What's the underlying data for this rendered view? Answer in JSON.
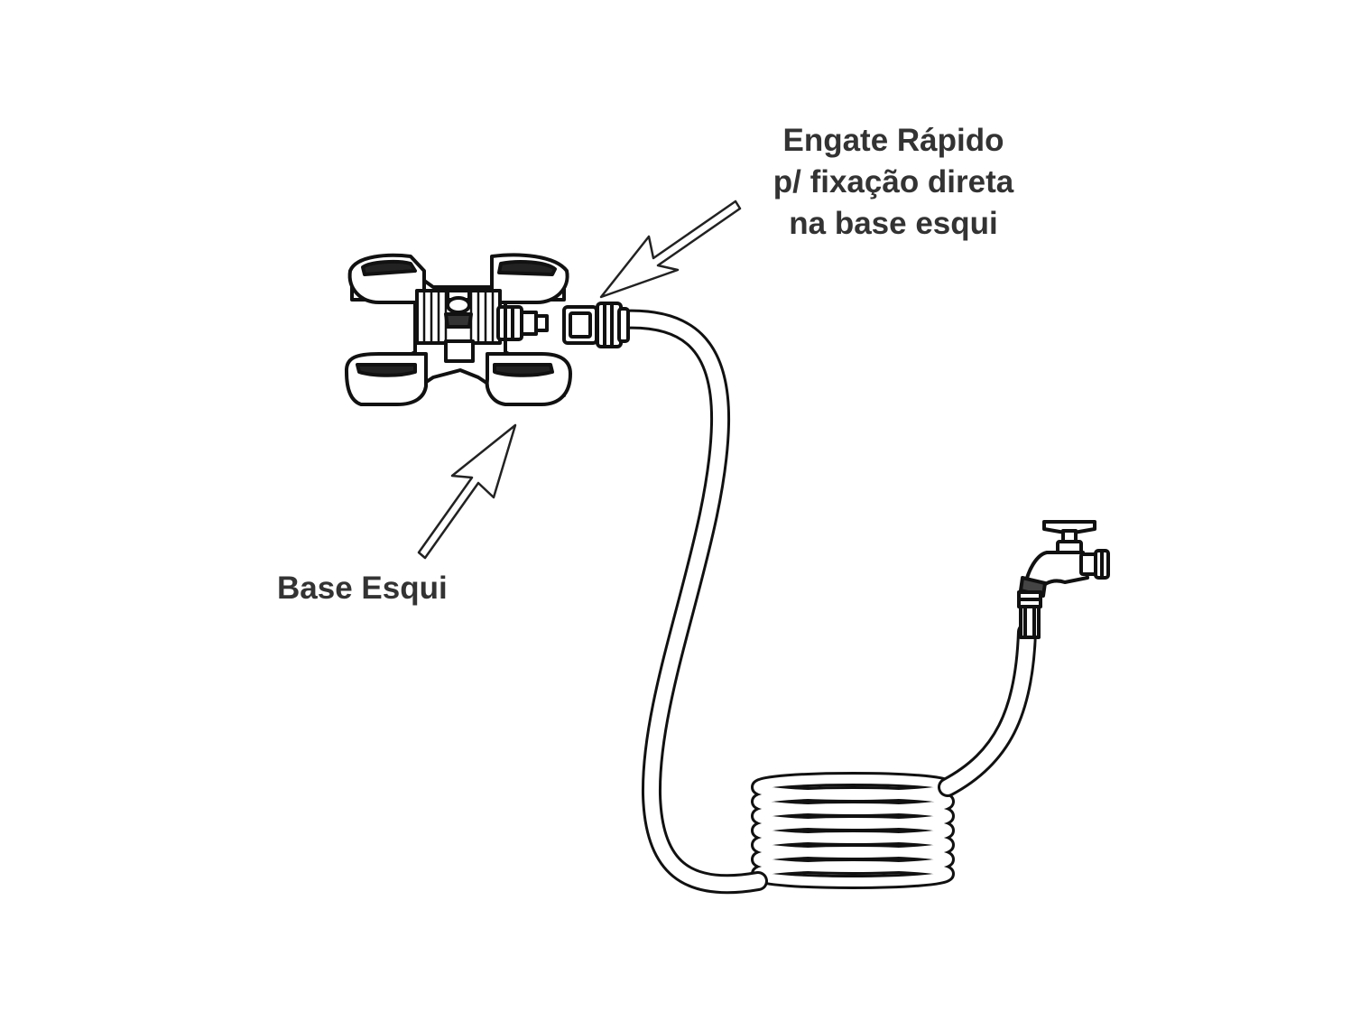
{
  "labels": {
    "quick_connector": [
      "Engate Rápido",
      "p/ fixação direta",
      "na base esqui"
    ],
    "ski_base": "Base Esqui"
  },
  "colors": {
    "ink": "#111111",
    "text": "#333333",
    "background": "#ffffff"
  },
  "icons": {
    "sprinkler": "ski-base-sprinkler-icon",
    "connector": "quick-connector-icon",
    "hose": "garden-hose-icon",
    "faucet": "faucet-icon",
    "arrow": "callout-arrow-icon"
  }
}
